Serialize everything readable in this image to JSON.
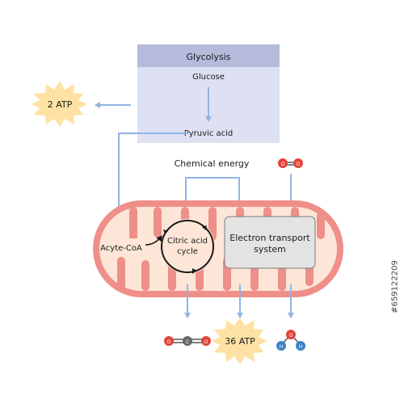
{
  "glycolysis": {
    "title": "Glycolysis",
    "input": "Glucose",
    "output": "Pyruvic acid"
  },
  "atp_glycolysis": "2 ATP",
  "chemical_energy": "Chemical energy",
  "acetyl_coa": "Acyte-CoA",
  "citric_cycle": {
    "line1": "Citric acid",
    "line2": "cycle"
  },
  "etc": {
    "line1": "Electron transport",
    "line2": "system"
  },
  "atp_total": "36 ATP",
  "o2_atoms": [
    "O",
    "O"
  ],
  "co2_atoms": [
    "O",
    "C",
    "O"
  ],
  "h2o_atoms": [
    "O",
    "H",
    "H"
  ],
  "side_id": "#659122209",
  "colors": {
    "glyco_header": "#b4bbdb",
    "glyco_body": "#dde1f3",
    "arrow": "#8fb5e3",
    "mito_outer": "#ef8f89",
    "mito_inner": "#fde6d8",
    "burst": "#fde2a4",
    "oxygen": "#e0453d",
    "carbon": "#666666",
    "hydrogen": "#3b82c4",
    "etc_box": "#e3e3e3"
  }
}
